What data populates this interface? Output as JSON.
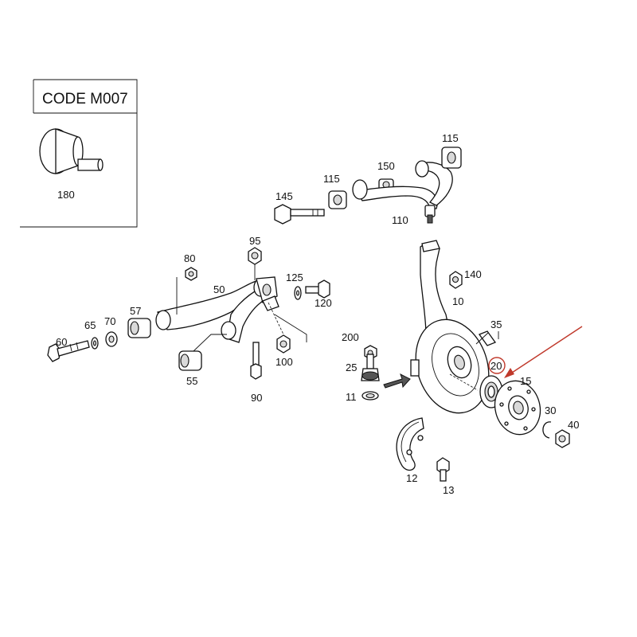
{
  "code_box": {
    "title": "CODE M007",
    "part_label": "180"
  },
  "labels": {
    "p10": "10",
    "p11": "11",
    "p12": "12",
    "p13": "13",
    "p15": "15",
    "p20": "20",
    "p25": "25",
    "p30": "30",
    "p35": "35",
    "p40": "40",
    "p50": "50",
    "p55": "55",
    "p57": "57",
    "p60": "60",
    "p65": "65",
    "p70": "70",
    "p80": "80",
    "p90": "90",
    "p95": "95",
    "p100": "100",
    "p110": "110",
    "p115a": "115",
    "p115b": "115",
    "p120": "120",
    "p125": "125",
    "p140": "140",
    "p145": "145",
    "p150": "150",
    "p200": "200"
  },
  "highlight": {
    "part": "20",
    "color": "#c0392b"
  }
}
